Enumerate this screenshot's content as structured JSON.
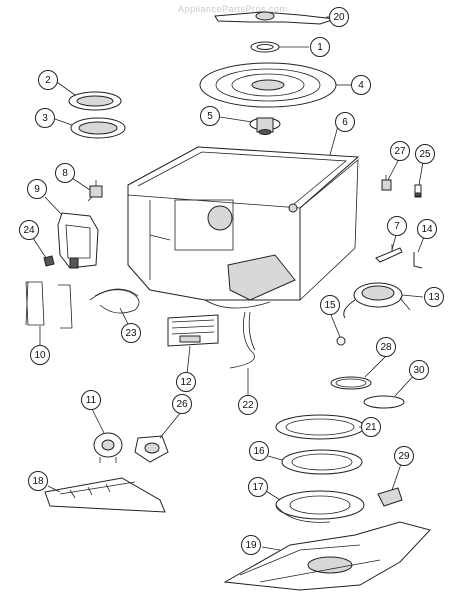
{
  "watermark": "AppliancePartsPros.com",
  "callouts": [
    {
      "id": "20",
      "label": "20"
    },
    {
      "id": "1",
      "label": "1"
    },
    {
      "id": "2",
      "label": "2"
    },
    {
      "id": "4",
      "label": "4"
    },
    {
      "id": "3",
      "label": "3"
    },
    {
      "id": "5",
      "label": "5"
    },
    {
      "id": "6",
      "label": "6"
    },
    {
      "id": "27",
      "label": "27"
    },
    {
      "id": "25",
      "label": "25"
    },
    {
      "id": "8",
      "label": "8"
    },
    {
      "id": "9",
      "label": "9"
    },
    {
      "id": "24",
      "label": "24"
    },
    {
      "id": "7",
      "label": "7"
    },
    {
      "id": "14",
      "label": "14"
    },
    {
      "id": "15",
      "label": "15"
    },
    {
      "id": "13",
      "label": "13"
    },
    {
      "id": "23",
      "label": "23"
    },
    {
      "id": "10",
      "label": "10"
    },
    {
      "id": "12",
      "label": "12"
    },
    {
      "id": "28",
      "label": "28"
    },
    {
      "id": "30",
      "label": "30"
    },
    {
      "id": "22",
      "label": "22"
    },
    {
      "id": "11",
      "label": "11"
    },
    {
      "id": "26",
      "label": "26"
    },
    {
      "id": "21",
      "label": "21"
    },
    {
      "id": "16",
      "label": "16"
    },
    {
      "id": "29",
      "label": "29"
    },
    {
      "id": "18",
      "label": "18"
    },
    {
      "id": "17",
      "label": "17"
    },
    {
      "id": "19",
      "label": "19"
    }
  ]
}
